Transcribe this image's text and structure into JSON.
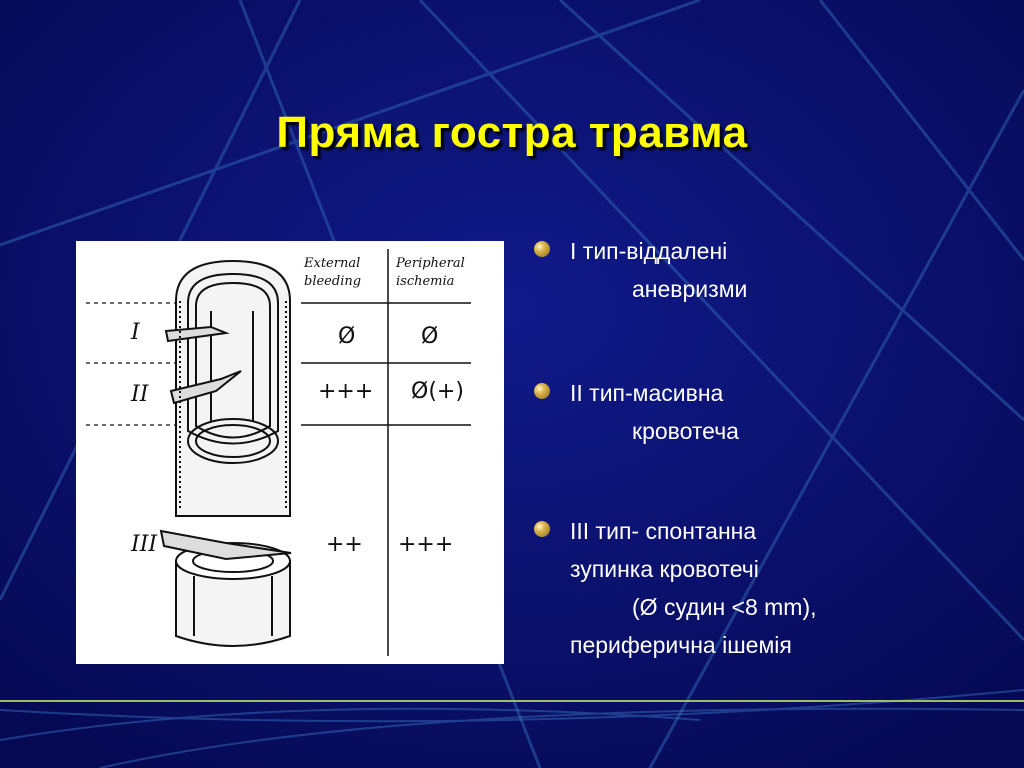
{
  "slide": {
    "title": "Пряма гостра травма",
    "colors": {
      "background": "#0a0f6e",
      "title": "#ffff00",
      "text": "#ffffff",
      "rule": "#9fbf5a"
    }
  },
  "figure": {
    "col_external": [
      "External",
      "bleeding"
    ],
    "col_peripheral": [
      "Peripheral",
      "ischemia"
    ],
    "rows": [
      {
        "label": "I",
        "external": "Ø",
        "peripheral": "Ø"
      },
      {
        "label": "II",
        "external": "+++",
        "peripheral": "Ø(+)"
      },
      {
        "label": "III",
        "external": "++",
        "peripheral": "+++"
      }
    ]
  },
  "bullets": [
    {
      "lines": [
        "I тип-віддалені",
        "аневризми"
      ]
    },
    {
      "lines": [
        "II тип-масивна",
        "кровотеча"
      ]
    },
    {
      "lines": [
        "III тип- спонтанна",
        "зупинка кровотечі",
        "(Ø судин <8 mm),",
        "периферична ішемія"
      ]
    }
  ]
}
